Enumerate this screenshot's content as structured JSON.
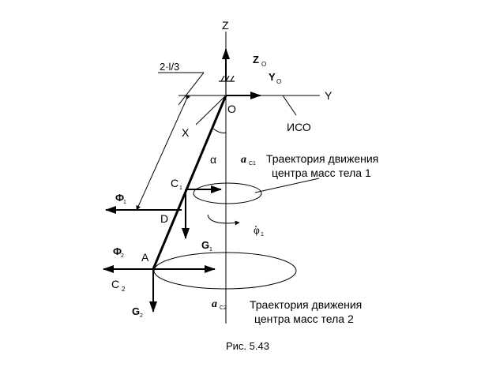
{
  "axes": {
    "z": "Z",
    "y": "Y",
    "x": "X",
    "origin": "O",
    "frame": "ИСО"
  },
  "vectors": {
    "z_o_main": "Z",
    "z_o_sub": "O",
    "y_o_main": "Y",
    "y_o_sub": "O",
    "phi1_main": "Ф",
    "phi1_sub": "1",
    "phi2_main": "Ф",
    "phi2_sub": "2",
    "g1_main": "G",
    "g1_sub": "1",
    "g2_main": "G",
    "g2_sub": "2",
    "ac1_main": "a",
    "ac1_sub": "C1",
    "ac2_main": "a",
    "ac2_sub": "C2"
  },
  "points": {
    "c1_main": "C",
    "c1_sub": "1",
    "c2_main": "C",
    "c2_sub": "2",
    "a": "A",
    "d": "D"
  },
  "angles": {
    "alpha": "α",
    "phi_dot": "φ",
    "phi_dot_sub": "1"
  },
  "dimension": "2·l/3",
  "trajectory1": {
    "line1": "Траектория движения",
    "line2": "центра масс тела 1"
  },
  "trajectory2": {
    "line1": "Траектория движения",
    "line2": "центра масс тела 2"
  },
  "caption": "Рис. 5.43"
}
